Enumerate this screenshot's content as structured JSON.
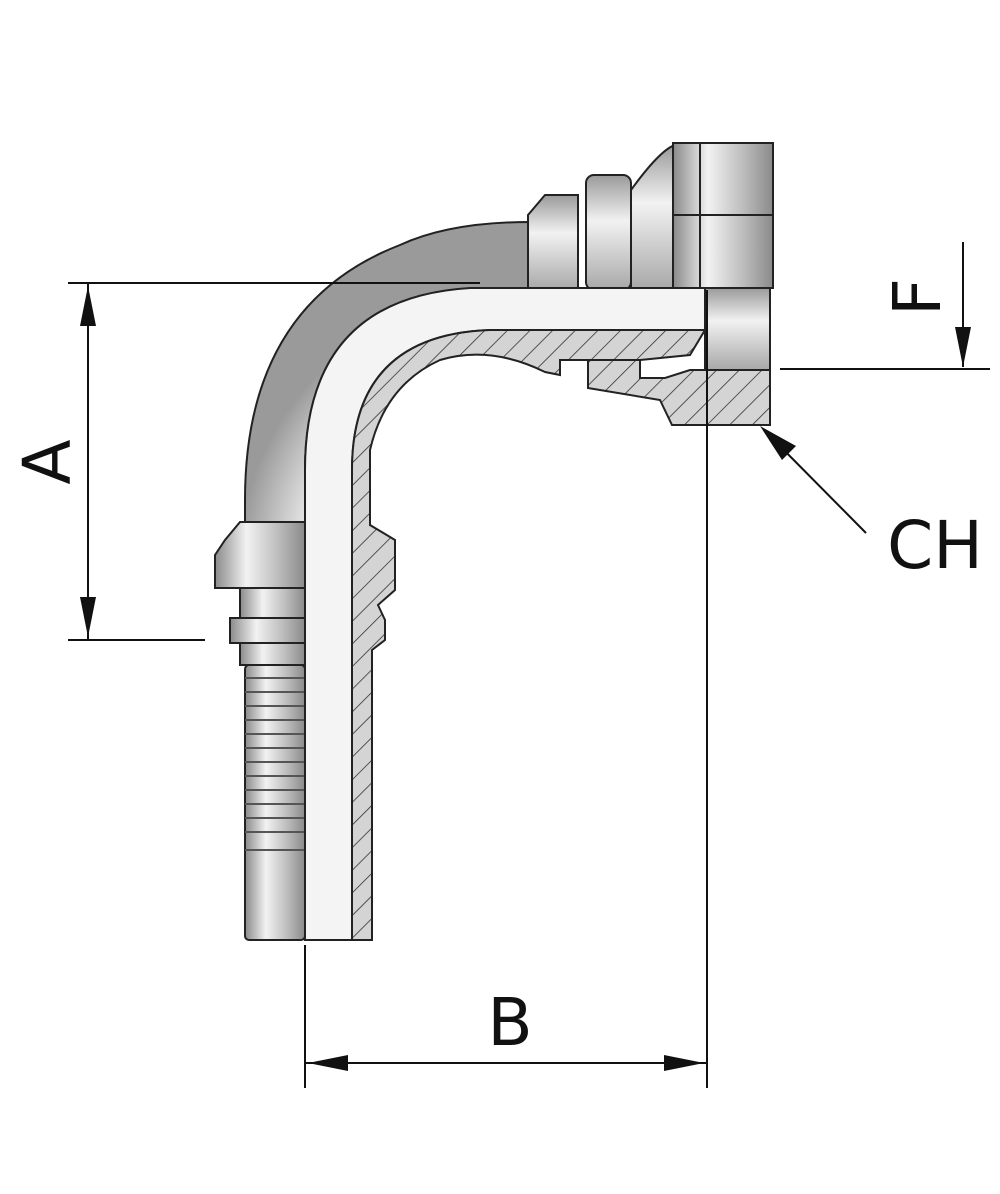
{
  "drawing": {
    "labels": {
      "a": "A",
      "b": "B",
      "f": "F",
      "ch": "CH"
    },
    "colors": {
      "metal_light": "#e6e6e6",
      "metal_mid": "#bdbdbd",
      "metal_dark": "#8a8a8a",
      "section_fill": "#cfcfcf",
      "line": "#111111"
    }
  }
}
